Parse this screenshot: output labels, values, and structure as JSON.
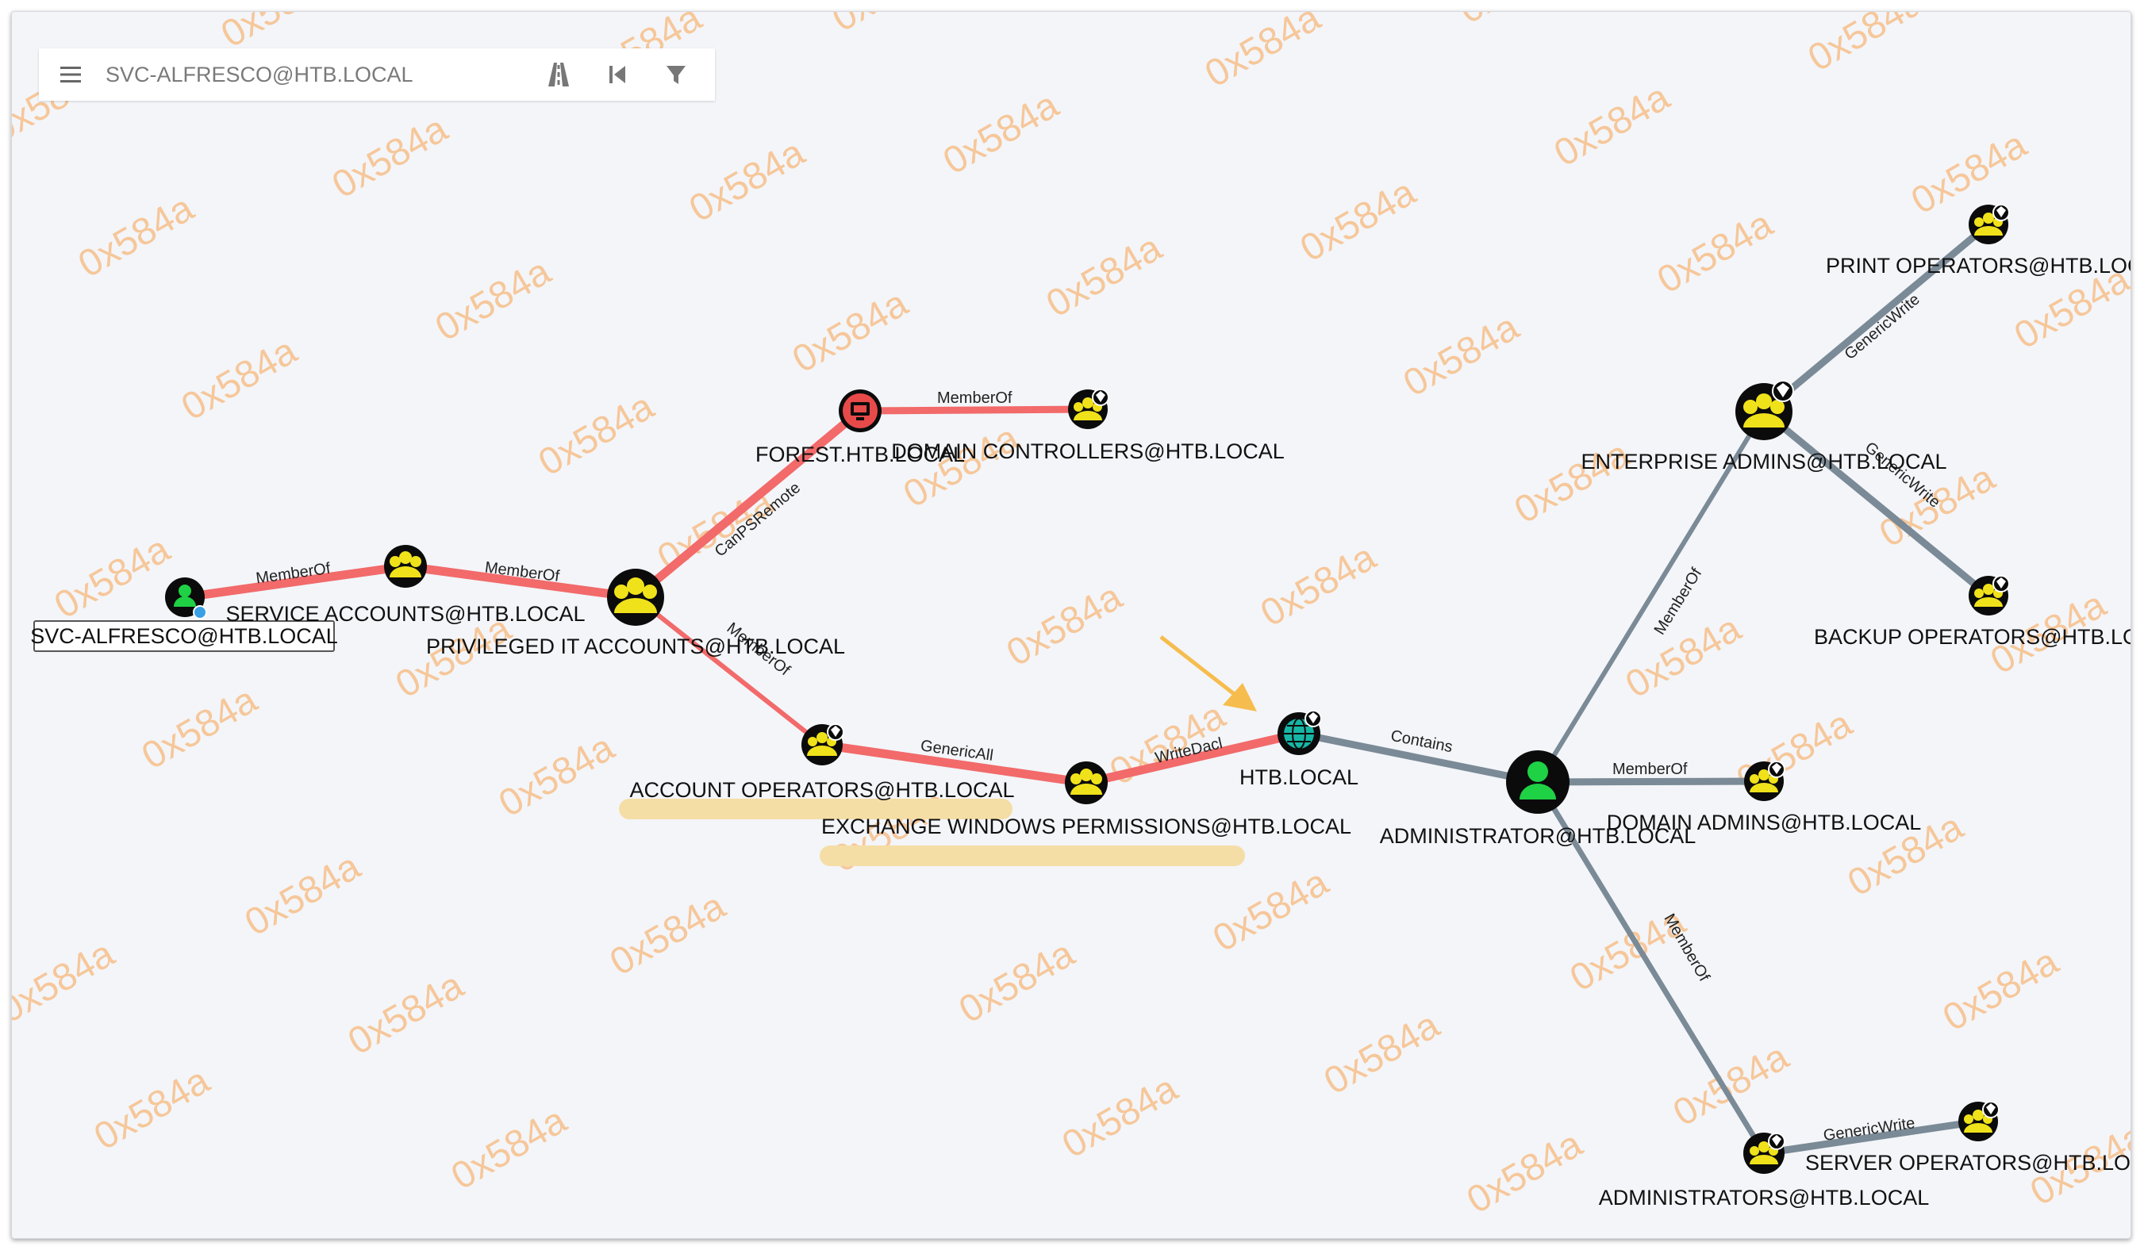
{
  "search": {
    "menu_icon": "hamburger-menu-icon",
    "placeholder": "SVC-ALFRESCO@HTB.LOCAL",
    "tools": [
      "pathfinding-icon",
      "back-icon",
      "filter-icon"
    ]
  },
  "watermark": "0x584a",
  "colors": {
    "background": "#f3f5f9",
    "path_edge": "#f26a6a",
    "normal_edge": "#7a8a96",
    "group_node": "#f0e21a",
    "user_node": "#1fd145",
    "highlight": "#f5dea6",
    "arrow": "#f6bd4e"
  },
  "nodes": [
    {
      "id": "svc_alfresco",
      "label": "SVC-ALFRESCO@HTB.LOCAL",
      "type": "user",
      "selected": true
    },
    {
      "id": "service_accounts",
      "label": "SERVICE ACCOUNTS@HTB.LOCAL",
      "type": "group"
    },
    {
      "id": "privileged_it",
      "label": "PRIVILEGED IT ACCOUNTS@HTB.LOCAL",
      "type": "group"
    },
    {
      "id": "forest",
      "label": "FOREST.HTB.LOCAL",
      "type": "computer"
    },
    {
      "id": "domain_controllers",
      "label": "DOMAIN CONTROLLERS@HTB.LOCAL",
      "type": "group"
    },
    {
      "id": "account_operators",
      "label": "ACCOUNT OPERATORS@HTB.LOCAL",
      "type": "group"
    },
    {
      "id": "exchange_wp",
      "label": "EXCHANGE WINDOWS PERMISSIONS@HTB.LOCAL",
      "type": "group"
    },
    {
      "id": "htb_local",
      "label": "HTB.LOCAL",
      "type": "domain"
    },
    {
      "id": "administrator",
      "label": "ADMINISTRATOR@HTB.LOCAL",
      "type": "user"
    },
    {
      "id": "domain_admins",
      "label": "DOMAIN ADMINS@HTB.LOCAL",
      "type": "group"
    },
    {
      "id": "enterprise_admins",
      "label": "ENTERPRISE ADMINS@HTB.LOCAL",
      "type": "group"
    },
    {
      "id": "print_operators",
      "label": "PRINT OPERATORS@HTB.LOCA",
      "type": "group"
    },
    {
      "id": "backup_operators",
      "label": "BACKUP OPERATORS@HTB.LOC",
      "type": "group"
    },
    {
      "id": "administrators",
      "label": "ADMINISTRATORS@HTB.LOCAL",
      "type": "group"
    },
    {
      "id": "server_operators",
      "label": "SERVER OPERATORS@HTB.LOCA",
      "type": "group"
    }
  ],
  "edges": [
    {
      "from": "svc_alfresco",
      "to": "service_accounts",
      "label": "MemberOf",
      "path": true
    },
    {
      "from": "service_accounts",
      "to": "privileged_it",
      "label": "MemberOf",
      "path": true
    },
    {
      "from": "privileged_it",
      "to": "forest",
      "label": "CanPSRemote",
      "path": true
    },
    {
      "from": "forest",
      "to": "domain_controllers",
      "label": "MemberOf",
      "path": true
    },
    {
      "from": "privileged_it",
      "to": "account_operators",
      "label": "MemberOf",
      "path": true
    },
    {
      "from": "account_operators",
      "to": "exchange_wp",
      "label": "GenericAll",
      "path": true
    },
    {
      "from": "exchange_wp",
      "to": "htb_local",
      "label": "WriteDacl",
      "path": true
    },
    {
      "from": "htb_local",
      "to": "administrator",
      "label": "Contains",
      "path": false
    },
    {
      "from": "administrator",
      "to": "domain_admins",
      "label": "MemberOf",
      "path": false
    },
    {
      "from": "administrator",
      "to": "enterprise_admins",
      "label": "MemberOf",
      "path": false
    },
    {
      "from": "enterprise_admins",
      "to": "print_operators",
      "label": "GenericWrite",
      "path": false
    },
    {
      "from": "enterprise_admins",
      "to": "backup_operators",
      "label": "GenericWrite",
      "path": false
    },
    {
      "from": "administrator",
      "to": "administrators",
      "label": "MemberOf",
      "path": false
    },
    {
      "from": "administrators",
      "to": "server_operators",
      "label": "GenericWrite",
      "path": false
    }
  ]
}
